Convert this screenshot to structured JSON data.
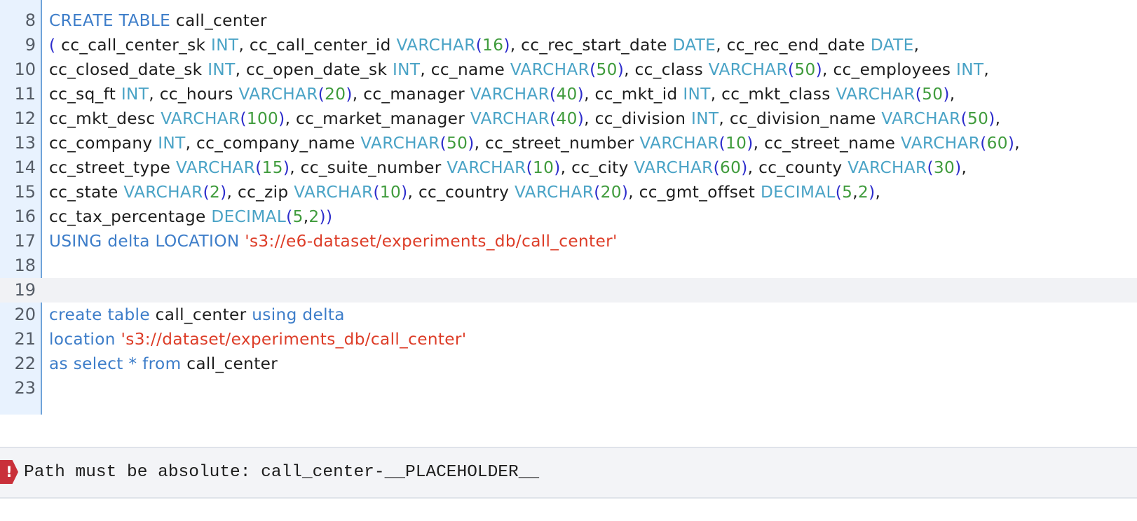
{
  "editor": {
    "lines": [
      {
        "num": "8",
        "tokens": [
          [
            "CREATE",
            "keyword"
          ],
          [
            " ",
            "punct"
          ],
          [
            "TABLE",
            "keyword"
          ],
          [
            " call_center",
            "ident"
          ]
        ]
      },
      {
        "num": "9",
        "tokens": [
          [
            "(",
            "paren"
          ],
          [
            " cc_call_center_sk ",
            "ident"
          ],
          [
            "INT",
            "type"
          ],
          [
            ", cc_call_center_id ",
            "ident"
          ],
          [
            "VARCHAR",
            "type"
          ],
          [
            "(",
            "paren"
          ],
          [
            "16",
            "number"
          ],
          [
            ")",
            "paren"
          ],
          [
            ", cc_rec_start_date ",
            "ident"
          ],
          [
            "DATE",
            "type"
          ],
          [
            ", cc_rec_end_date ",
            "ident"
          ],
          [
            "DATE",
            "type"
          ],
          [
            ",",
            "punct"
          ]
        ]
      },
      {
        "num": "10",
        "tokens": [
          [
            "cc_closed_date_sk ",
            "ident"
          ],
          [
            "INT",
            "type"
          ],
          [
            ", cc_open_date_sk ",
            "ident"
          ],
          [
            "INT",
            "type"
          ],
          [
            ", cc_name ",
            "ident"
          ],
          [
            "VARCHAR",
            "type"
          ],
          [
            "(",
            "paren"
          ],
          [
            "50",
            "number"
          ],
          [
            ")",
            "paren"
          ],
          [
            ", cc_class ",
            "ident"
          ],
          [
            "VARCHAR",
            "type"
          ],
          [
            "(",
            "paren"
          ],
          [
            "50",
            "number"
          ],
          [
            ")",
            "paren"
          ],
          [
            ", cc_employees ",
            "ident"
          ],
          [
            "INT",
            "type"
          ],
          [
            ",",
            "punct"
          ]
        ]
      },
      {
        "num": "11",
        "tokens": [
          [
            "cc_sq_ft ",
            "ident"
          ],
          [
            "INT",
            "type"
          ],
          [
            ", cc_hours ",
            "ident"
          ],
          [
            "VARCHAR",
            "type"
          ],
          [
            "(",
            "paren"
          ],
          [
            "20",
            "number"
          ],
          [
            ")",
            "paren"
          ],
          [
            ", cc_manager ",
            "ident"
          ],
          [
            "VARCHAR",
            "type"
          ],
          [
            "(",
            "paren"
          ],
          [
            "40",
            "number"
          ],
          [
            ")",
            "paren"
          ],
          [
            ", cc_mkt_id ",
            "ident"
          ],
          [
            "INT",
            "type"
          ],
          [
            ", cc_mkt_class ",
            "ident"
          ],
          [
            "VARCHAR",
            "type"
          ],
          [
            "(",
            "paren"
          ],
          [
            "50",
            "number"
          ],
          [
            ")",
            "paren"
          ],
          [
            ",",
            "punct"
          ]
        ]
      },
      {
        "num": "12",
        "tokens": [
          [
            "cc_mkt_desc ",
            "ident"
          ],
          [
            "VARCHAR",
            "type"
          ],
          [
            "(",
            "paren"
          ],
          [
            "100",
            "number"
          ],
          [
            ")",
            "paren"
          ],
          [
            ", cc_market_manager ",
            "ident"
          ],
          [
            "VARCHAR",
            "type"
          ],
          [
            "(",
            "paren"
          ],
          [
            "40",
            "number"
          ],
          [
            ")",
            "paren"
          ],
          [
            ", cc_division ",
            "ident"
          ],
          [
            "INT",
            "type"
          ],
          [
            ", cc_division_name ",
            "ident"
          ],
          [
            "VARCHAR",
            "type"
          ],
          [
            "(",
            "paren"
          ],
          [
            "50",
            "number"
          ],
          [
            ")",
            "paren"
          ],
          [
            ",",
            "punct"
          ]
        ]
      },
      {
        "num": "13",
        "tokens": [
          [
            "cc_company ",
            "ident"
          ],
          [
            "INT",
            "type"
          ],
          [
            ", cc_company_name ",
            "ident"
          ],
          [
            "VARCHAR",
            "type"
          ],
          [
            "(",
            "paren"
          ],
          [
            "50",
            "number"
          ],
          [
            ")",
            "paren"
          ],
          [
            ", cc_street_number ",
            "ident"
          ],
          [
            "VARCHAR",
            "type"
          ],
          [
            "(",
            "paren"
          ],
          [
            "10",
            "number"
          ],
          [
            ")",
            "paren"
          ],
          [
            ", cc_street_name ",
            "ident"
          ],
          [
            "VARCHAR",
            "type"
          ],
          [
            "(",
            "paren"
          ],
          [
            "60",
            "number"
          ],
          [
            ")",
            "paren"
          ],
          [
            ",",
            "punct"
          ]
        ]
      },
      {
        "num": "14",
        "tokens": [
          [
            "cc_street_type ",
            "ident"
          ],
          [
            "VARCHAR",
            "type"
          ],
          [
            "(",
            "paren"
          ],
          [
            "15",
            "number"
          ],
          [
            ")",
            "paren"
          ],
          [
            ", cc_suite_number ",
            "ident"
          ],
          [
            "VARCHAR",
            "type"
          ],
          [
            "(",
            "paren"
          ],
          [
            "10",
            "number"
          ],
          [
            ")",
            "paren"
          ],
          [
            ", cc_city ",
            "ident"
          ],
          [
            "VARCHAR",
            "type"
          ],
          [
            "(",
            "paren"
          ],
          [
            "60",
            "number"
          ],
          [
            ")",
            "paren"
          ],
          [
            ", cc_county ",
            "ident"
          ],
          [
            "VARCHAR",
            "type"
          ],
          [
            "(",
            "paren"
          ],
          [
            "30",
            "number"
          ],
          [
            ")",
            "paren"
          ],
          [
            ",",
            "punct"
          ]
        ]
      },
      {
        "num": "15",
        "tokens": [
          [
            "cc_state ",
            "ident"
          ],
          [
            "VARCHAR",
            "type"
          ],
          [
            "(",
            "paren"
          ],
          [
            "2",
            "number"
          ],
          [
            ")",
            "paren"
          ],
          [
            ", cc_zip ",
            "ident"
          ],
          [
            "VARCHAR",
            "type"
          ],
          [
            "(",
            "paren"
          ],
          [
            "10",
            "number"
          ],
          [
            ")",
            "paren"
          ],
          [
            ", cc_country ",
            "ident"
          ],
          [
            "VARCHAR",
            "type"
          ],
          [
            "(",
            "paren"
          ],
          [
            "20",
            "number"
          ],
          [
            ")",
            "paren"
          ],
          [
            ", cc_gmt_offset ",
            "ident"
          ],
          [
            "DECIMAL",
            "type"
          ],
          [
            "(",
            "paren"
          ],
          [
            "5",
            "number"
          ],
          [
            ",",
            "punct"
          ],
          [
            "2",
            "number"
          ],
          [
            ")",
            "paren"
          ],
          [
            ",",
            "punct"
          ]
        ]
      },
      {
        "num": "16",
        "tokens": [
          [
            "cc_tax_percentage ",
            "ident"
          ],
          [
            "DECIMAL",
            "type"
          ],
          [
            "(",
            "paren"
          ],
          [
            "5",
            "number"
          ],
          [
            ",",
            "punct"
          ],
          [
            "2",
            "number"
          ],
          [
            ")",
            "paren"
          ],
          [
            ")",
            "paren"
          ]
        ]
      },
      {
        "num": "17",
        "tokens": [
          [
            "USING",
            "keyword"
          ],
          [
            " ",
            "punct"
          ],
          [
            "delta",
            "keyword"
          ],
          [
            " ",
            "punct"
          ],
          [
            "LOCATION",
            "keyword"
          ],
          [
            " ",
            "punct"
          ],
          [
            "'s3://e6-dataset/experiments_db/call_center'",
            "string"
          ]
        ]
      },
      {
        "num": "18",
        "tokens": []
      },
      {
        "num": "19",
        "tokens": [],
        "active": true
      },
      {
        "num": "20",
        "tokens": [
          [
            "create",
            "keyword"
          ],
          [
            " ",
            "punct"
          ],
          [
            "table",
            "keyword"
          ],
          [
            " call_center ",
            "ident"
          ],
          [
            "using",
            "keyword"
          ],
          [
            " ",
            "punct"
          ],
          [
            "delta",
            "keyword"
          ]
        ]
      },
      {
        "num": "21",
        "tokens": [
          [
            "location",
            "keyword"
          ],
          [
            " ",
            "punct"
          ],
          [
            "'s3://dataset/experiments_db/call_center'",
            "string"
          ]
        ]
      },
      {
        "num": "22",
        "tokens": [
          [
            "as",
            "keyword"
          ],
          [
            " ",
            "punct"
          ],
          [
            "select",
            "keyword"
          ],
          [
            " ",
            "punct"
          ],
          [
            "*",
            "op"
          ],
          [
            " ",
            "punct"
          ],
          [
            "from",
            "keyword"
          ],
          [
            " call_center",
            "ident"
          ]
        ]
      },
      {
        "num": "23",
        "tokens": []
      }
    ]
  },
  "error": {
    "icon": "error-icon",
    "icon_glyph": "!",
    "message": "Path must be absolute: call_center-__PLACEHOLDER__"
  },
  "colors": {
    "keyword": "#3d7dc9",
    "type": "#4aa3c6",
    "number": "#3f9b3c",
    "string": "#dd3d28",
    "paren": "#2c2ccc",
    "gutter_bg": "#e8f2fe",
    "error_red": "#c9303a"
  }
}
